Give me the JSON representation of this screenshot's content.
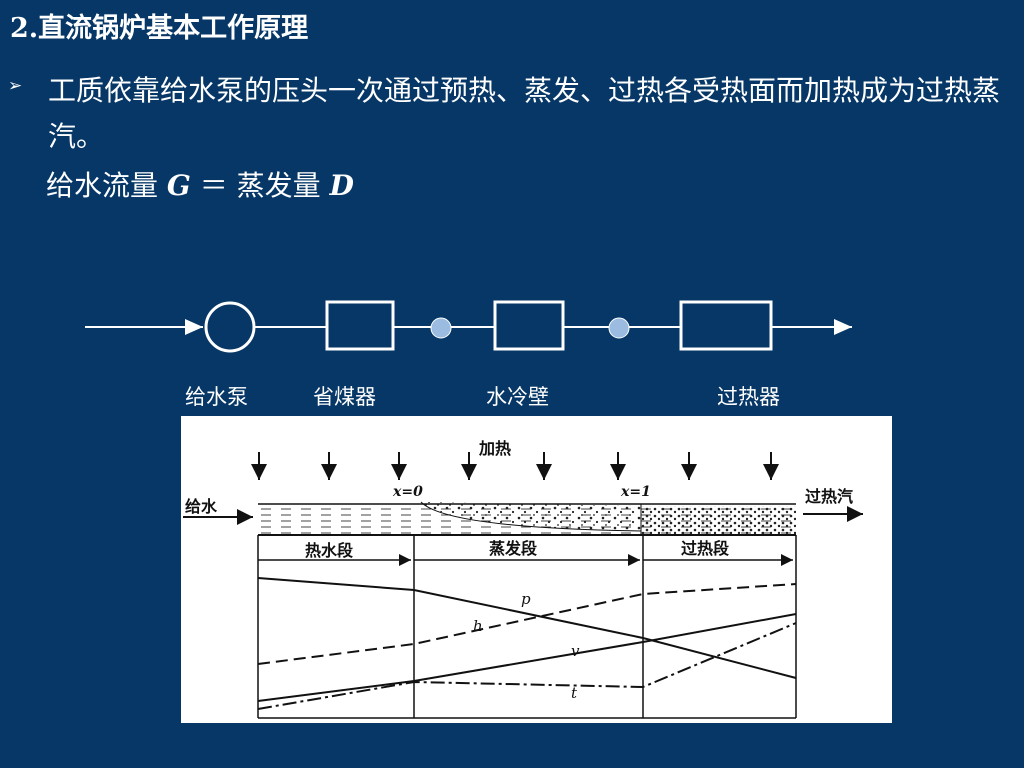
{
  "slide": {
    "title": "2.直流锅炉基本工作原理",
    "bullet_symbol": "➢",
    "bullet_text": "工质依靠给水泵的压头一次通过预热、蒸发、过热各受热面而加热成为过热蒸汽。",
    "formula": {
      "left": "给水流量",
      "left_var": "G",
      "equals": "＝",
      "right": "蒸发量",
      "right_var": "D"
    }
  },
  "flow_diagram": {
    "labels": {
      "pump": "给水泵",
      "economizer": "省煤器",
      "waterwall": "水冷壁",
      "superheater": "过热器"
    },
    "colors": {
      "line": "#ffffff",
      "node_fill": "#9bbbe0"
    }
  },
  "figure": {
    "heating_label": "加热",
    "inlet_label": "给水",
    "outlet_label": "过热汽",
    "x0_label": "x=0",
    "x1_label": "x=1",
    "sections": [
      "热水段",
      "蒸发段",
      "过热段"
    ],
    "curve_labels": {
      "p": "p",
      "h": "h",
      "v": "v",
      "t": "t"
    }
  }
}
